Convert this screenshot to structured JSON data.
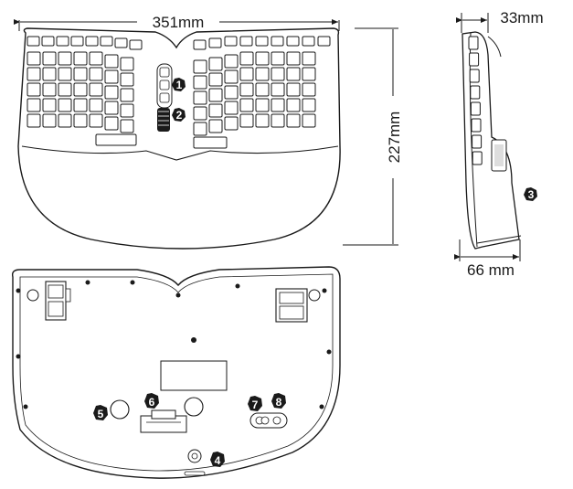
{
  "dimensions": {
    "width": "351mm",
    "height": "227mm",
    "depth_top": "33mm",
    "depth_bottom": "66 mm"
  },
  "callouts": {
    "c1": "1",
    "c2": "2",
    "c3": "3",
    "c4": "4",
    "c5": "5",
    "c6": "6",
    "c7": "7",
    "c8": "8"
  },
  "colors": {
    "line": "#1a1a1a",
    "key_fill": "#ffffff",
    "callout_fill": "#1a1a1a"
  }
}
